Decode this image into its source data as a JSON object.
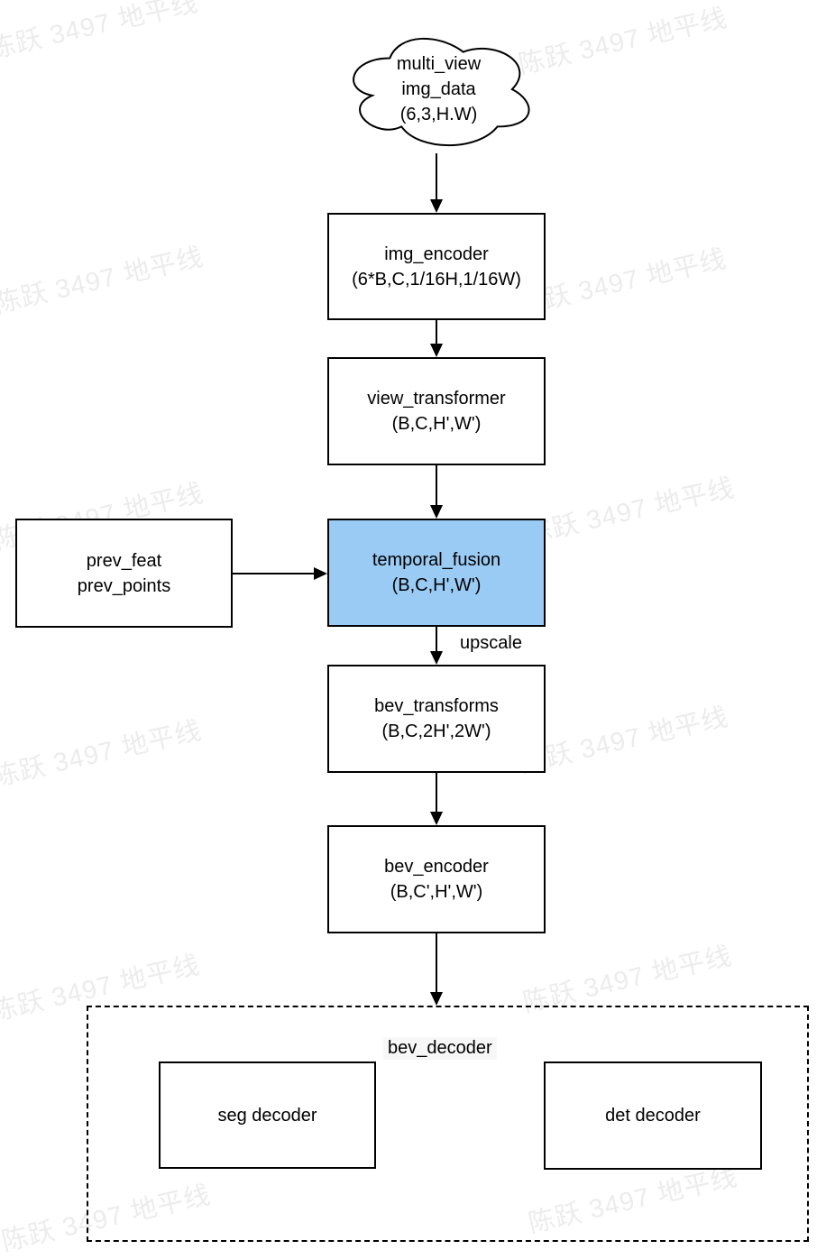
{
  "diagram": {
    "watermark": {
      "text": "陈跃 3497 地平线",
      "color": "#ececec"
    },
    "colors": {
      "highlight_fill": "#9ACBF5",
      "line": "#000000",
      "background": "#ffffff"
    },
    "cloud": {
      "line1": "multi_view",
      "line2": "img_data",
      "line3": "(6,3,H.W)"
    },
    "img_encoder": {
      "line1": "img_encoder",
      "line2": "(6*B,C,1/16H,1/16W)"
    },
    "view_transformer": {
      "line1": "view_transformer",
      "line2": "(B,C,H',W')"
    },
    "temporal_fusion": {
      "line1": "temporal_fusion",
      "line2": "(B,C,H',W')"
    },
    "prev_inputs": {
      "line1": "prev_feat",
      "line2": "prev_points"
    },
    "upscale_label": "upscale",
    "bev_transforms": {
      "line1": "bev_transforms",
      "line2": "(B,C,2H',2W')"
    },
    "bev_encoder": {
      "line1": "bev_encoder",
      "line2": "(B,C',H',W')"
    },
    "bev_decoder": {
      "label": "bev_decoder",
      "seg": "seg decoder",
      "det": "det decoder"
    }
  }
}
